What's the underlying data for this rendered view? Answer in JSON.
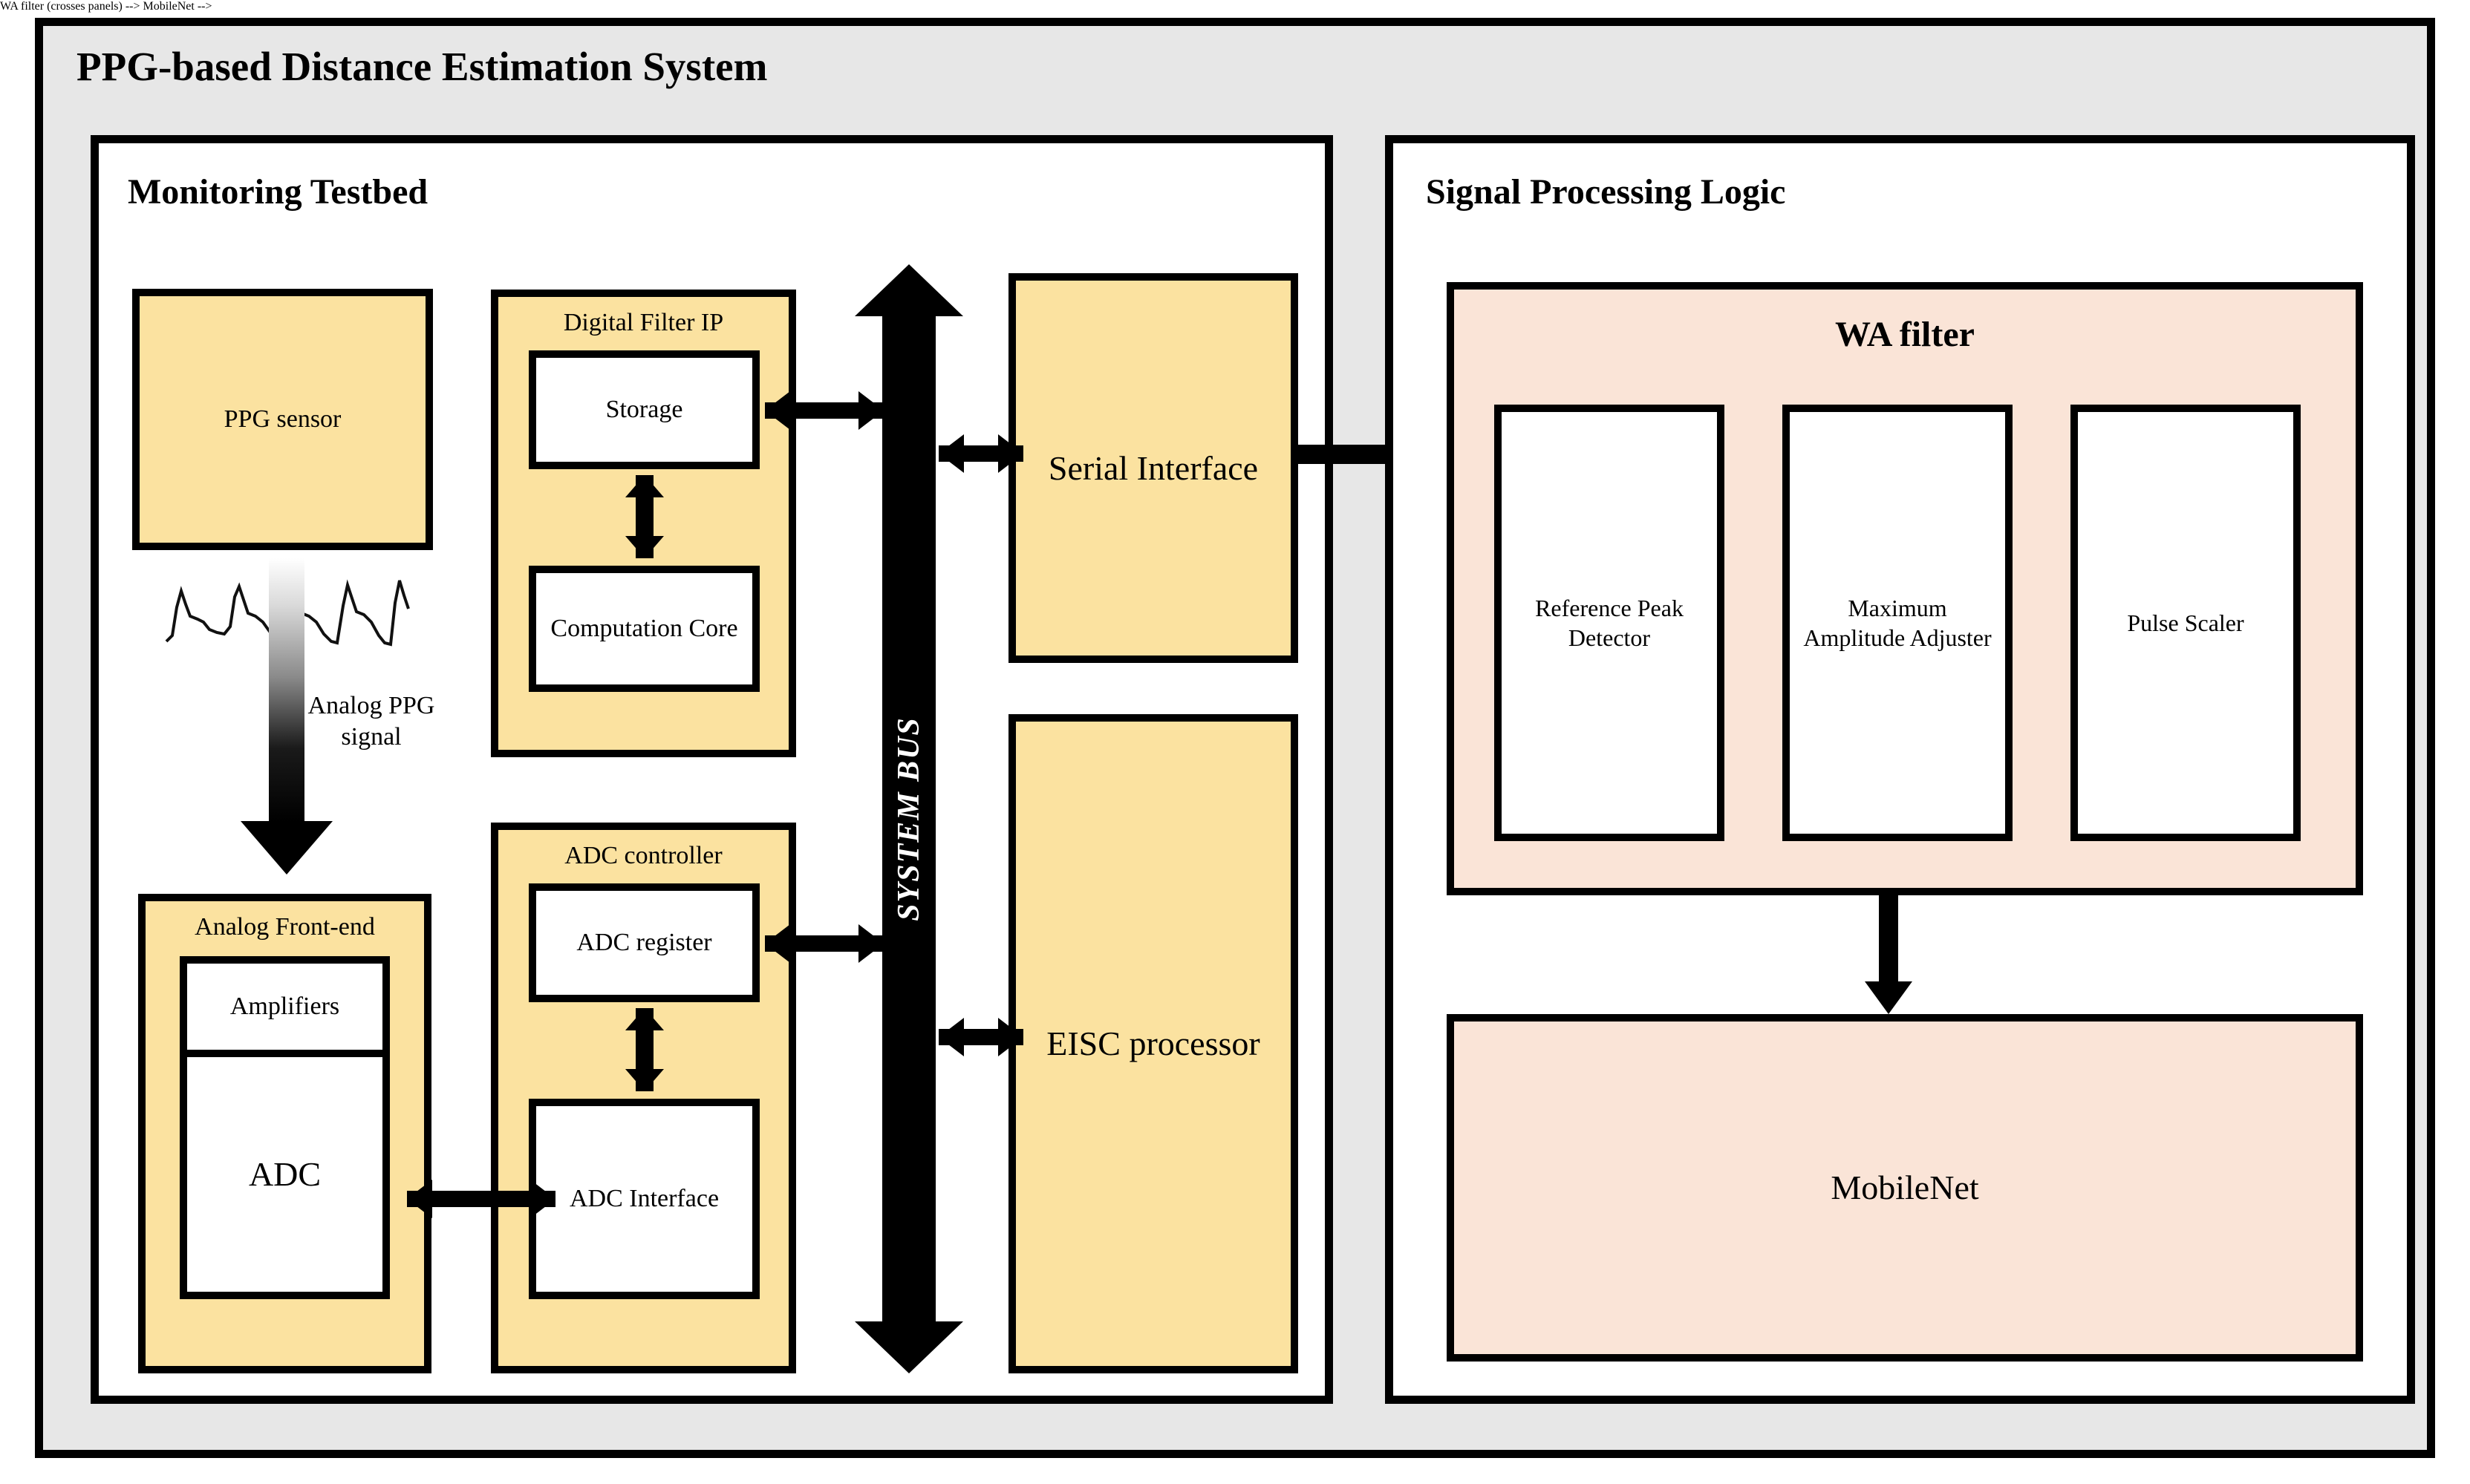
{
  "system": {
    "title": "PPG-based Distance Estimation System",
    "frame_bg": "#e7e7e7",
    "block_yellow": "#fbe2a0",
    "block_peach": "#fae4d7"
  },
  "panels": {
    "left": {
      "title": "Monitoring Testbed",
      "blocks": {
        "ppg_sensor": "PPG sensor",
        "digital_filter_ip": "Digital  Filter  IP",
        "storage": "Storage",
        "computation_core": "Computation Core",
        "analog_front_end": "Analog  Front-end",
        "amplifiers": "Amplifiers",
        "adc": "ADC",
        "adc_controller": "ADC controller",
        "adc_register": "ADC register",
        "adc_interface": "ADC Interface",
        "serial_interface": "Serial Interface",
        "eisc_processor": "EISC processor",
        "system_bus": "SYSTEM BUS"
      },
      "annotations": {
        "analog_ppg_signal": "Analog PPG signal"
      }
    },
    "right": {
      "title": "Signal Processing Logic",
      "blocks": {
        "wa_filter": "WA filter",
        "reference_peak_detector": "Reference Peak Detector",
        "maximum_amplitude_adjuster": "Maximum Amplitude Adjuster",
        "pulse_scaler": "Pulse Scaler",
        "mobilenet": "MobileNet"
      }
    }
  }
}
